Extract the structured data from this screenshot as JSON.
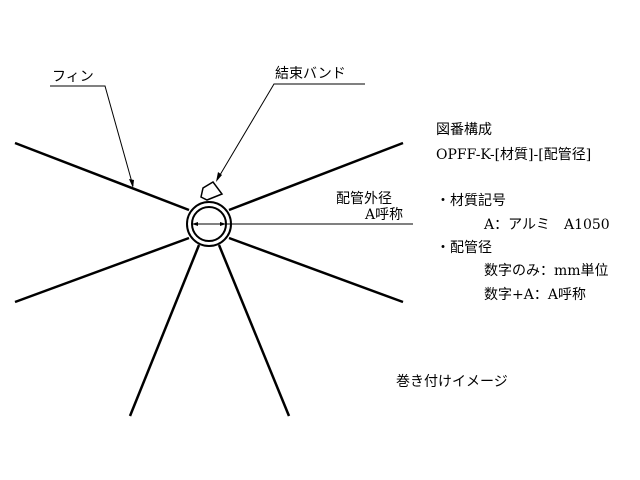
{
  "labels": {
    "fin": "フィン",
    "band": "結束バンド",
    "pipe_od": "配管外径",
    "a_nominal": "A呼称",
    "image_caption": "巻き付けイメージ"
  },
  "spec": {
    "title": "図番構成",
    "code": "OPFF-K-[材質]-[配管径]",
    "material_heading": "・材質記号",
    "material_item": "A：アルミ　A1050",
    "diameter_heading": "・配管径",
    "diameter_item1": "数字のみ：mm単位",
    "diameter_item2": "数字+A：A呼称"
  }
}
